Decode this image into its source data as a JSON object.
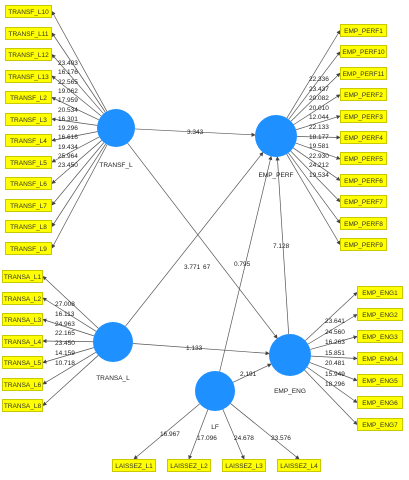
{
  "constructs": {
    "transf_l": "TRANSF_L",
    "emp_perf": "EMP_PERF",
    "transa_l": "TRANSA_L",
    "emp_eng": "EMP_ENG",
    "lf": "LF"
  },
  "indicators": {
    "transf_l": [
      "TRANSF_L10",
      "TRANSF_L11",
      "TRANSF_L12",
      "TRANSF_L13",
      "TRANSF_L2",
      "TRANSF_L3",
      "TRANSF_L4",
      "TRANSF_L5",
      "TRANSF_L6",
      "TRANSF_L7",
      "TRANSF_L8",
      "TRANSF_L9"
    ],
    "emp_perf": [
      "EMP_PERF1",
      "EMP_PERF10",
      "EMP_PERF11",
      "EMP_PERF2",
      "EMP_PERF3",
      "EMP_PERF4",
      "EMP_PERF5",
      "EMP_PERF6",
      "EMP_PERF7",
      "EMP_PERF8",
      "EMP_PERF9"
    ],
    "transa_l": [
      "TRANSA_L1",
      "TRANSA_L2",
      "TRANSA_L3",
      "TRANSA_L4",
      "TRANSA_L5",
      "TRANSA_L6",
      "TRANSA_L8"
    ],
    "emp_eng": [
      "EMP_ENG1",
      "EMP_ENG2",
      "EMP_ENG3",
      "EMP_ENG4",
      "EMP_ENG5",
      "EMP_ENG6",
      "EMP_ENG7"
    ],
    "lf": [
      "LAISSEZ_L1",
      "LAISSEZ_L2",
      "LAISSEZ_L3",
      "LAISSEZ_L4"
    ]
  },
  "loadings": {
    "transf_l": [
      "23.403",
      "16.176",
      "22.565",
      "19.062",
      "17.959",
      "20.534",
      "16.301",
      "19.296",
      "16.616",
      "19.434",
      "25.964",
      "23.450"
    ],
    "emp_perf": [
      "22.336",
      "23.437",
      "20.082",
      "20.010",
      "12.044",
      "22.133",
      "18.177",
      "19.581",
      "22.930",
      "24.212",
      "19.534"
    ],
    "transa_l": [
      "27.008",
      "16.113",
      "24.963",
      "22.165",
      "23.450",
      "14.159",
      "10.718"
    ],
    "emp_eng": [
      "23.641",
      "24.560",
      "16.263",
      "15.851",
      "20.481",
      "15.949",
      "18.296"
    ],
    "lf": [
      "16.967",
      "17.096",
      "24.678",
      "23.576"
    ]
  },
  "paths": {
    "transf_to_perf": "3.343",
    "transf_to_eng": "3.771",
    "transa_to_perf": "67",
    "transa_to_eng": "1.133",
    "lf_to_perf": "0.795",
    "eng_to_perf": "7.128",
    "lf_to_eng": "2.191"
  },
  "colors": {
    "construct": "#1e90ff",
    "indicator": "#ffff00"
  }
}
